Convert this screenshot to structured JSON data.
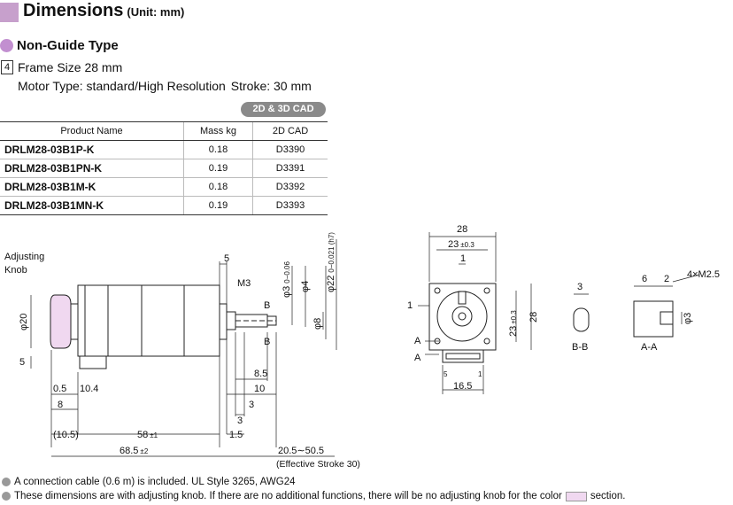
{
  "header": {
    "title": "Dimensions",
    "unit": "(Unit: mm)"
  },
  "type_label": "Non-Guide Type",
  "frame": {
    "number": "4",
    "label": "Frame Size 28 mm"
  },
  "motor": {
    "type": "Motor Type: standard/High Resolution",
    "stroke": "Stroke: 30 mm"
  },
  "cad_badge": "2D & 3D CAD",
  "table": {
    "headers": [
      "Product Name",
      "Mass kg",
      "2D CAD"
    ],
    "rows": [
      {
        "name": "DRLM28-03B1P-K",
        "mass": "0.18",
        "cad": "D3390"
      },
      {
        "name": "DRLM28-03B1PN-K",
        "mass": "0.19",
        "cad": "D3391"
      },
      {
        "name": "DRLM28-03B1M-K",
        "mass": "0.18",
        "cad": "D3392"
      },
      {
        "name": "DRLM28-03B1MN-K",
        "mass": "0.19",
        "cad": "D3393"
      }
    ]
  },
  "side_labels": {
    "knob_1": "Adjusting",
    "knob_2": "Knob",
    "d20": "φ20",
    "d5": "5",
    "d0_5": "0.5",
    "d10_4": "10.4",
    "d8": "8",
    "d10_5": "(10.5)",
    "d58": "58",
    "d58_tol": "±1",
    "d68_5": "68.5",
    "d68_5_tol": "±2",
    "d5_top": "5",
    "m3": "M3",
    "b_top": "B",
    "b_bot": "B",
    "d8_5": "8.5",
    "d10": "10",
    "d3": "3",
    "d3b": "3",
    "d1_5": "1.5",
    "phi3": "φ3",
    "phi3_tol": "0−0.06",
    "phi4": "φ4",
    "phi22": "φ22",
    "phi22_tol": "0−0.021 (h7)",
    "phi8": "φ8",
    "stroke_range": "20.5∼50.5",
    "stroke_eff": "(Effective Stroke 30)"
  },
  "front_labels": {
    "d28_top": "28",
    "d23_top": "23",
    "d23_tol": "±0.3",
    "d1": "1",
    "d1_left": "1",
    "d23_side": "23",
    "d23_side_tol": "±0.3",
    "d28_side": "28",
    "a1": "A",
    "a2": "A",
    "pin5": "5",
    "pin1": "1",
    "d16_5": "16.5"
  },
  "section_labels": {
    "bb_w": "3",
    "bb_name": "B-B",
    "aa_6": "6",
    "aa_2": "2",
    "aa_m": "4×M2.5",
    "aa_phi": "φ3",
    "aa_name": "A-A"
  },
  "notes": [
    "A connection cable (0.6 m) is included. UL Style 3265, AWG24",
    "These dimensions are with adjusting knob. If there are no additional functions, there will be no adjusting knob for the color",
    "section."
  ],
  "colors": {
    "accent": "#c7a0cc",
    "knob": "#f0d8f0",
    "badge": "#8a8a8a"
  }
}
